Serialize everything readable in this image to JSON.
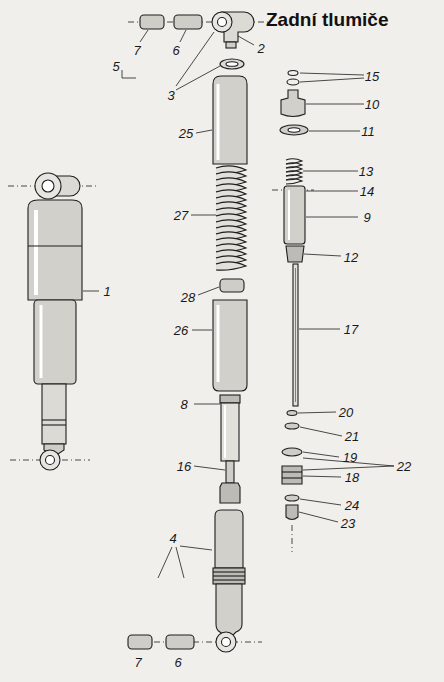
{
  "diagram": {
    "title": "Zadní tlumiče",
    "labels": [
      "7",
      "6",
      "2",
      "5",
      "3",
      "15",
      "10",
      "11",
      "25",
      "13",
      "14",
      "9",
      "27",
      "12",
      "1",
      "28",
      "17",
      "26",
      "8",
      "20",
      "21",
      "19",
      "22",
      "18",
      "16",
      "24",
      "23",
      "4",
      "7",
      "6"
    ]
  }
}
